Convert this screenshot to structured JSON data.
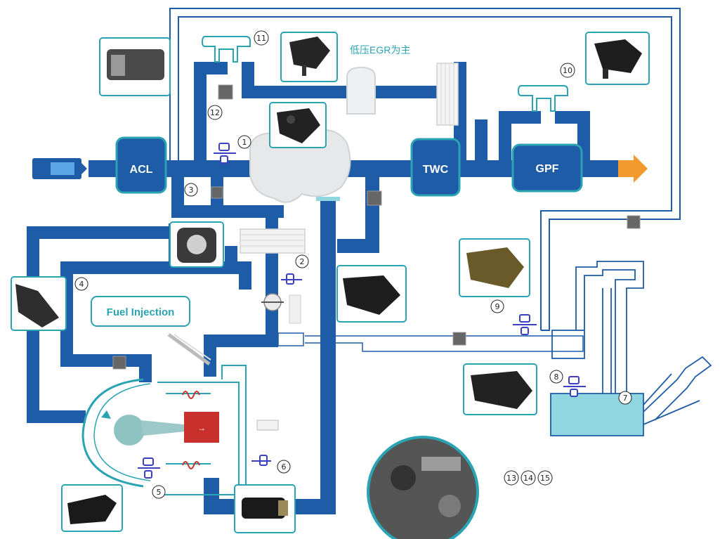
{
  "components": {
    "acl": "ACL",
    "twc": "TWC",
    "gpf": "GPF",
    "fuel_injection": "Fuel Injection"
  },
  "caption": "低压EGR为主",
  "sensor_numbers": [
    "1",
    "2",
    "3",
    "4",
    "5",
    "6",
    "7",
    "8",
    "9",
    "10",
    "11",
    "12",
    "13",
    "14",
    "15"
  ],
  "colors": {
    "pipe": "#1e5ca8",
    "frame": "#2aa3b3",
    "flow_out": "#f29a2e",
    "coolant": "#8fd6e0",
    "piston": "#c8302c"
  }
}
